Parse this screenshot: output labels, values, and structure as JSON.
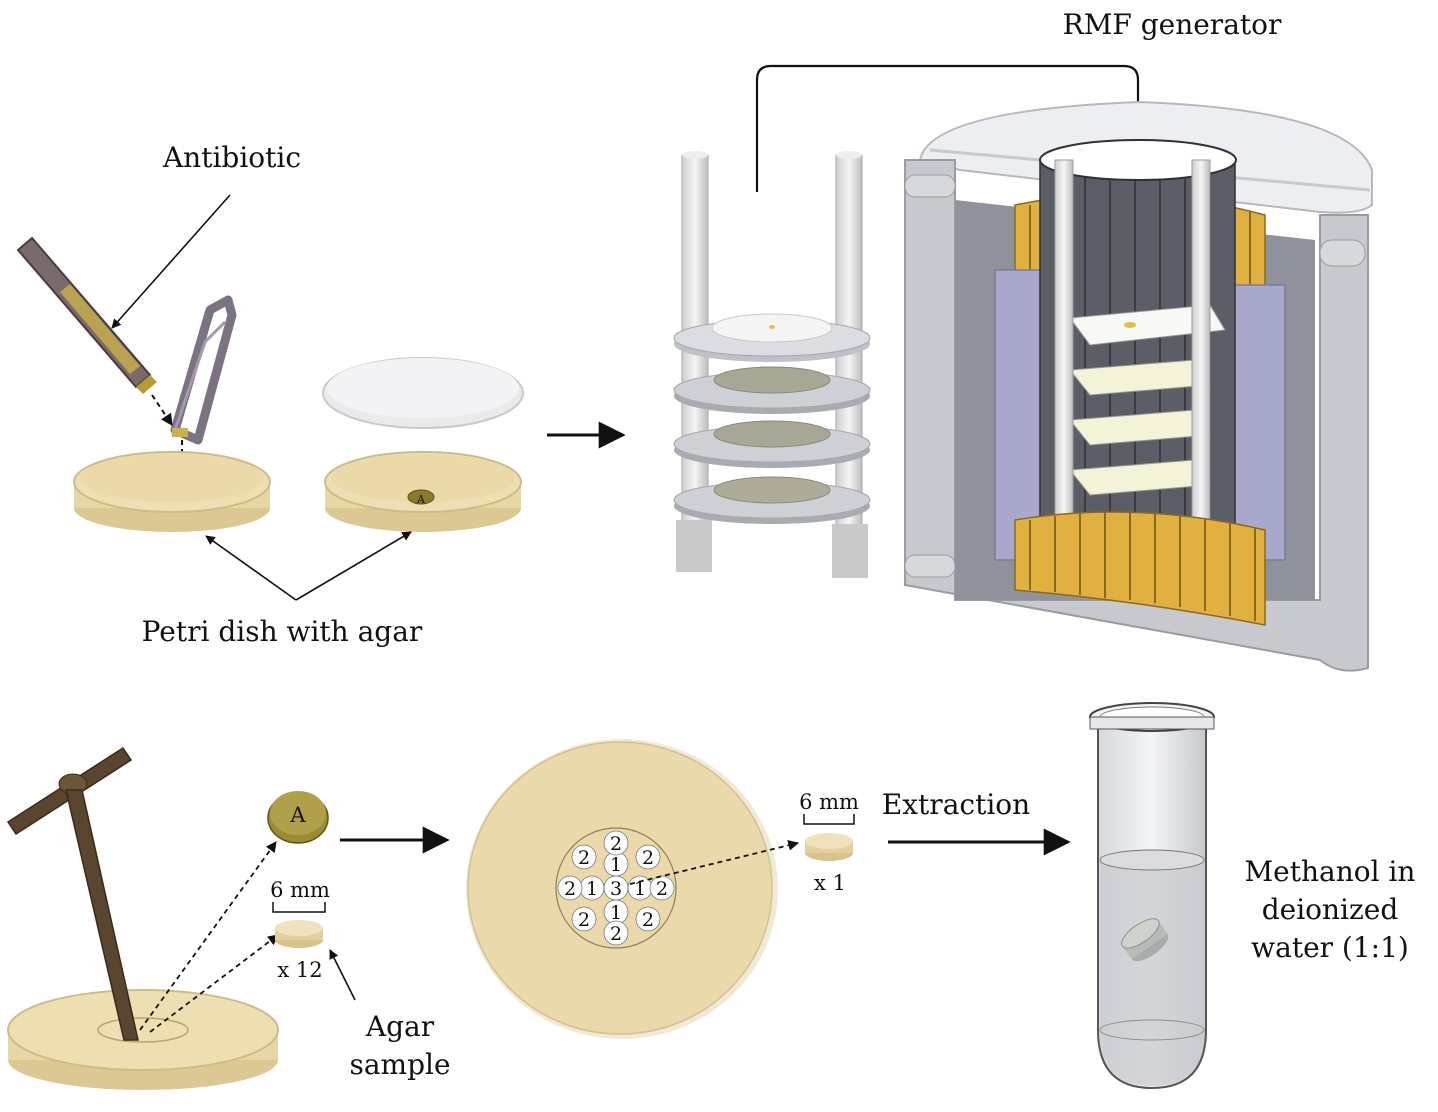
{
  "labels": {
    "antibiotic": "Antibiotic",
    "petri_dish": "Petri dish with agar",
    "rmf_generator": "RMF generator",
    "agar_sample_line1": "Agar",
    "agar_sample_line2": "sample",
    "six_mm_left": "6 mm",
    "count_x12": "x 12",
    "six_mm_right": "6 mm",
    "count_x1": "x 1",
    "extraction": "Extraction",
    "methanol_line1": "Methanol in",
    "methanol_line2": "deionized",
    "methanol_line3": "water (1:1)",
    "disc_marker": "A",
    "disc_marker_small": "A"
  },
  "sample_map": {
    "center": "3",
    "inner_ring": [
      "1",
      "1",
      "1",
      "1"
    ],
    "outer_ring": [
      "2",
      "2",
      "2",
      "2",
      "2",
      "2",
      "2",
      "2"
    ]
  },
  "colors": {
    "agar": "#ead9ab",
    "agar_dark": "#d8c38d",
    "gold_coil": "#e0b040",
    "housing_gray": "#c7c9cf",
    "magnet_blue": "#a8a8cc"
  }
}
